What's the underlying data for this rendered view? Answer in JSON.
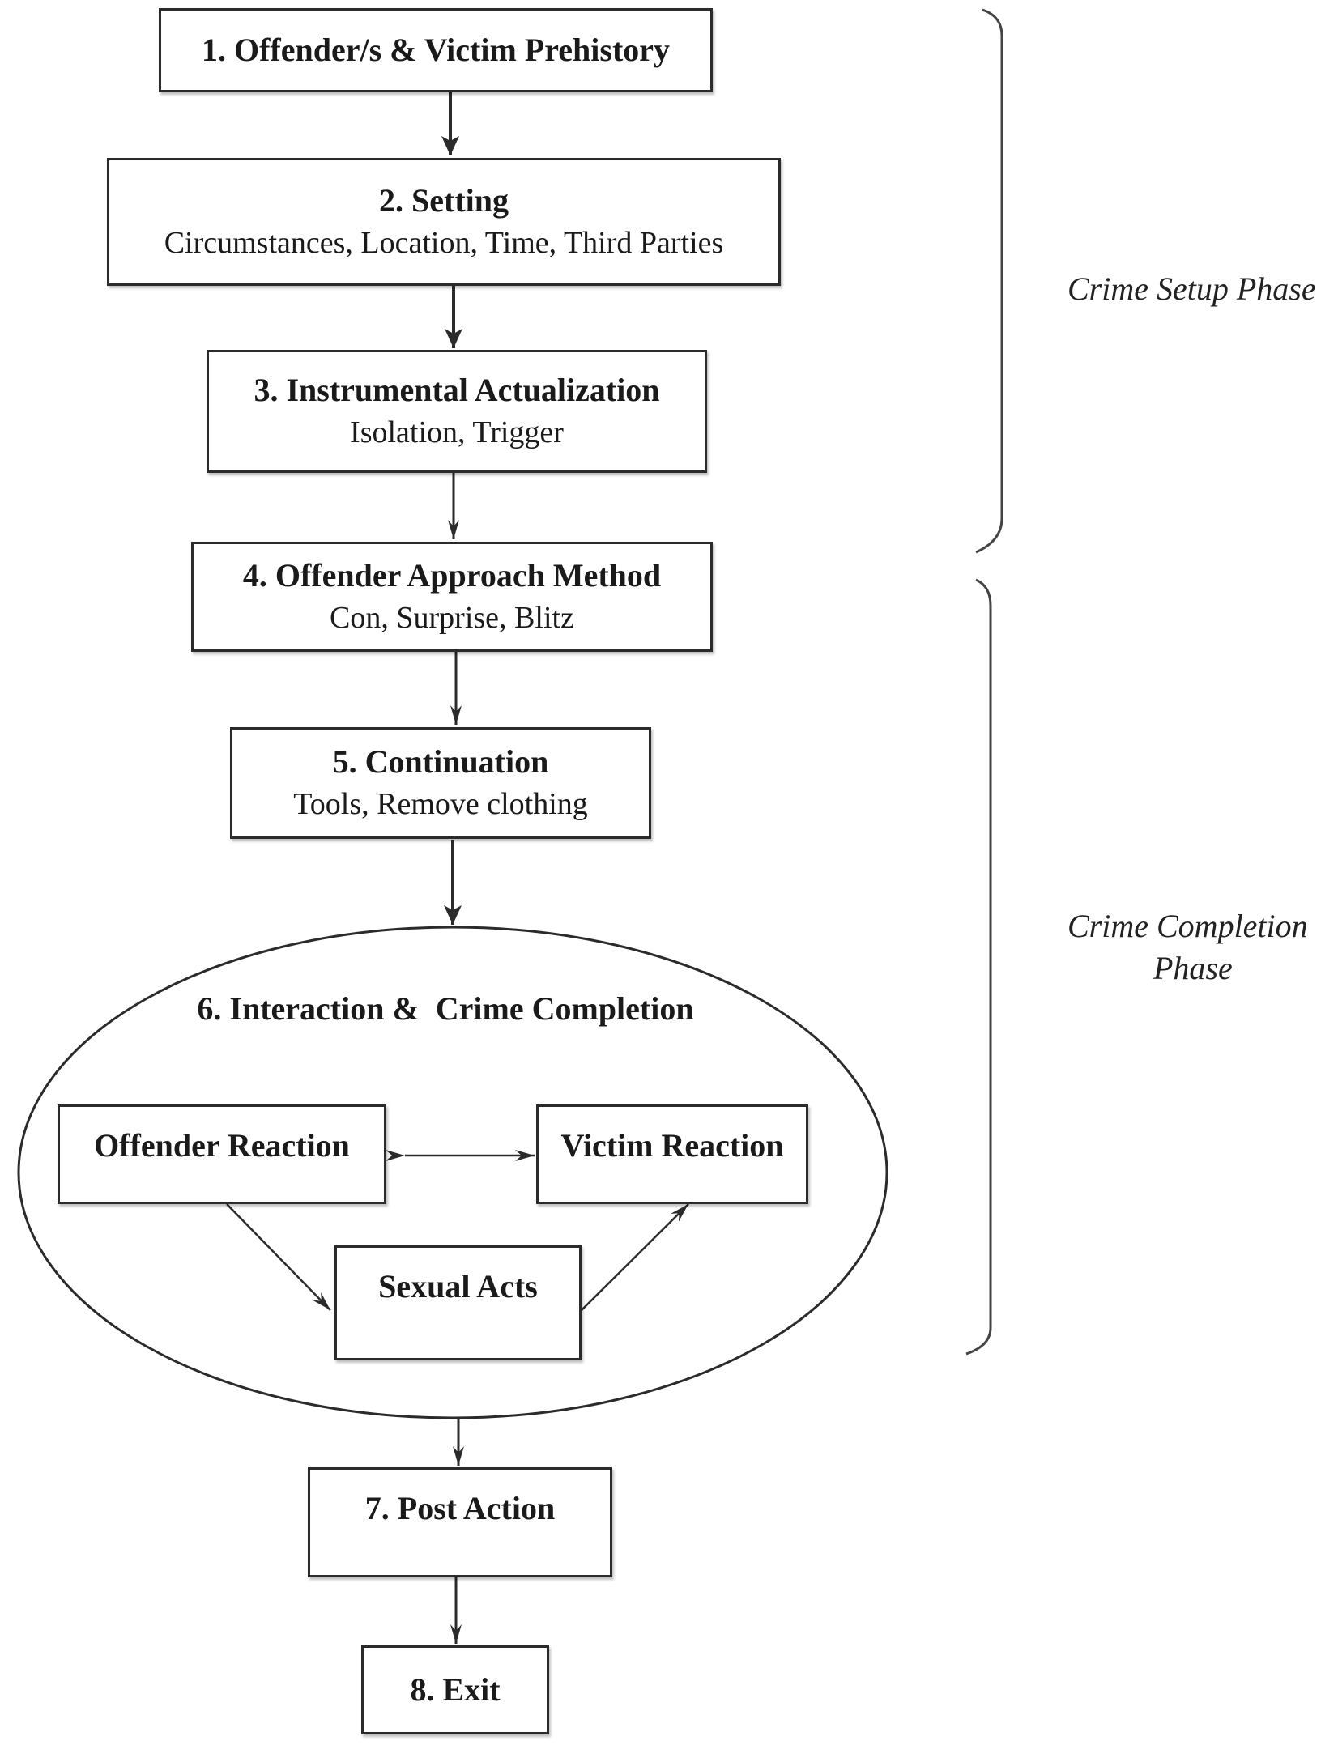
{
  "steps": {
    "s1": {
      "title": "1. Offender/s & Victim Prehistory"
    },
    "s2": {
      "title": "2. Setting",
      "sub": "Circumstances, Location, Time, Third Parties"
    },
    "s3": {
      "title": "3. Instrumental Actualization",
      "sub": "Isolation, Trigger"
    },
    "s4": {
      "title": "4. Offender Approach Method",
      "sub": "Con, Surprise, Blitz"
    },
    "s5": {
      "title": "5. Continuation",
      "sub": "Tools, Remove clothing"
    },
    "s6": {
      "title": "6. Interaction &  Crime Completion",
      "offender_reaction": "Offender Reaction",
      "victim_reaction": "Victim Reaction",
      "sexual_acts": "Sexual Acts"
    },
    "s7": {
      "title": "7. Post Action"
    },
    "s8": {
      "title": "8. Exit"
    }
  },
  "phases": {
    "setup_line1": "Crime Setup Phase",
    "completion_line1": "Crime Completion",
    "completion_line2": "Phase"
  }
}
